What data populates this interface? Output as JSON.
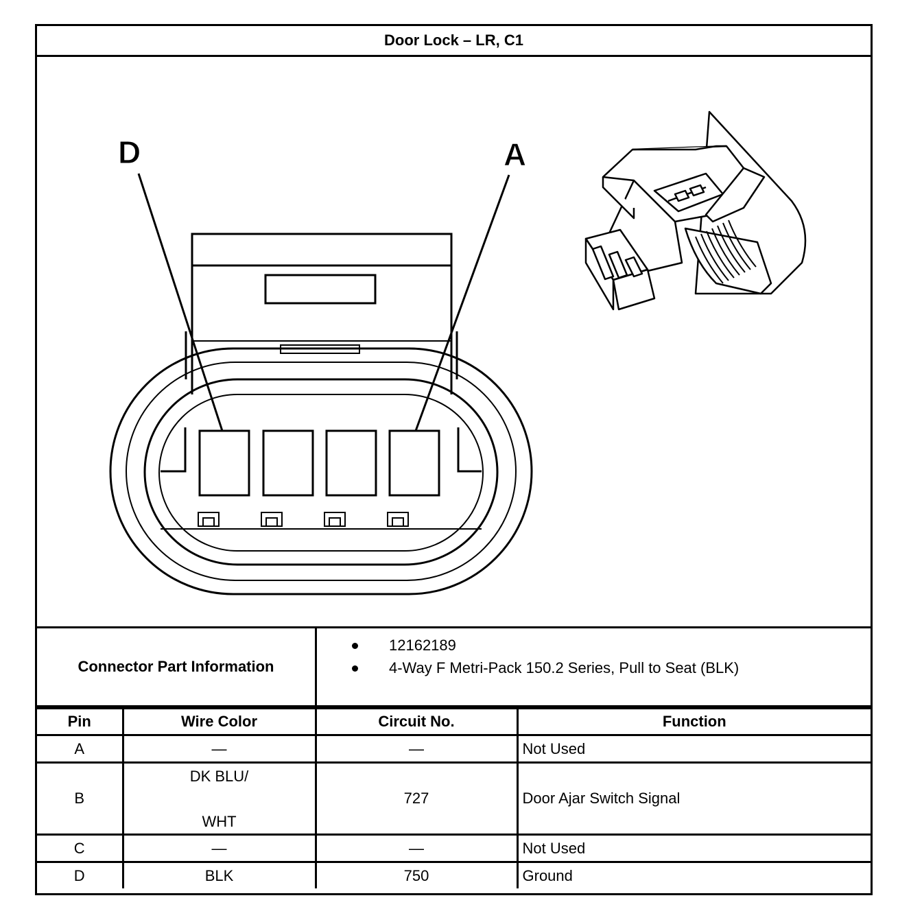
{
  "title": "Door Lock – LR, C1",
  "diagram": {
    "callout_left": "D",
    "callout_right": "A"
  },
  "connector_info": {
    "label": "Connector Part Information",
    "items": [
      "12162189",
      "4-Way F Metri-Pack 150.2 Series, Pull to Seat (BLK)"
    ]
  },
  "pin_table": {
    "headers": [
      "Pin",
      "Wire Color",
      "Circuit No.",
      "Function"
    ],
    "rows": [
      {
        "pin": "A",
        "wire_color_1": "—",
        "wire_color_2": "",
        "circuit": "—",
        "function": "Not Used"
      },
      {
        "pin": "B",
        "wire_color_1": "DK BLU/",
        "wire_color_2": "WHT",
        "circuit": "727",
        "function": "Door Ajar Switch Signal"
      },
      {
        "pin": "C",
        "wire_color_1": "—",
        "wire_color_2": "",
        "circuit": "—",
        "function": "Not Used"
      },
      {
        "pin": "D",
        "wire_color_1": "BLK",
        "wire_color_2": "",
        "circuit": "750",
        "function": "Ground"
      }
    ]
  }
}
